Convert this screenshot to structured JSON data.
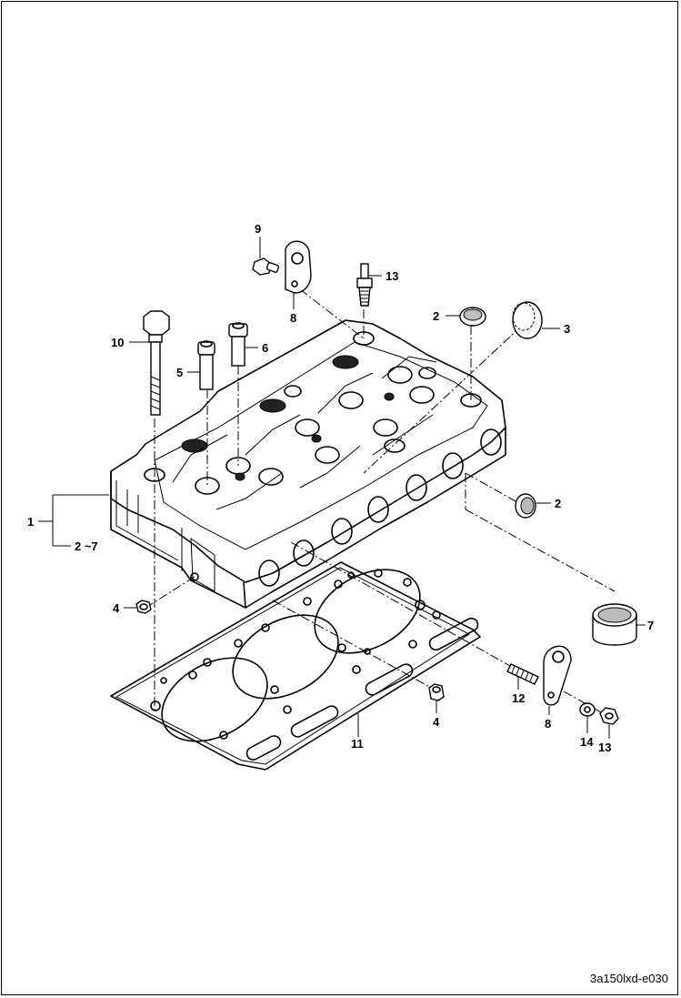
{
  "reference_code": "3a150lxd-e030",
  "callouts": {
    "c1": "1",
    "c2a": "2",
    "c2b": "2",
    "c27": "2 ~7",
    "c3": "3",
    "c4a": "4",
    "c4b": "4",
    "c5": "5",
    "c6": "6",
    "c7": "7",
    "c8a": "8",
    "c8b": "8",
    "c9": "9",
    "c10": "10",
    "c11": "11",
    "c12": "12",
    "c13a": "13",
    "c13b": "13",
    "c14": "14"
  }
}
